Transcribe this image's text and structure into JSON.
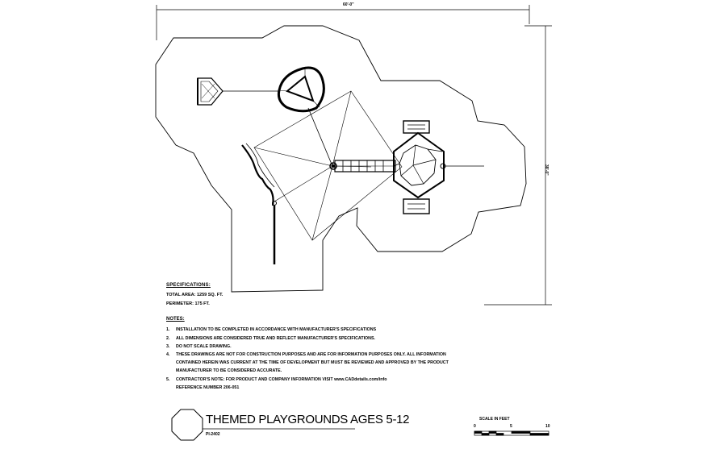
{
  "dimensions": {
    "width_label": "60'-0\"",
    "height_label": "38'-0\""
  },
  "specifications": {
    "heading": "SPECIFICATIONS:",
    "total_area": "TOTAL AREA: 1259 SQ. FT.",
    "perimeter": "PERIMETER: 175 FT."
  },
  "notes": {
    "heading": "NOTES:",
    "items": [
      {
        "num": "1.",
        "text": "INSTALLATION TO BE COMPLETED IN ACCORDANCE WITH MANUFACTURER'S SPECIFICATIONS"
      },
      {
        "num": "2.",
        "text": "ALL DIMENSIONS ARE CONSIDERED TRUE AND REFLECT MANUFACTURER'S SPECIFICATIONS."
      },
      {
        "num": "3.",
        "text": "DO NOT SCALE DRAWING."
      },
      {
        "num": "4.",
        "text": "THESE DRAWINGS ARE NOT FOR CONSTRUCTION PURPOSES AND ARE FOR INFORMATION PURPOSES ONLY. ALL INFORMATION"
      },
      {
        "num": "5.",
        "text": "CONTRACTOR'S NOTE: FOR PRODUCT AND COMPANY INFORMATION VISIT www.CADdetails.com/info"
      }
    ],
    "note4_cont1": "CONTAINED HEREIN WAS CURRENT AT THE TIME OF DEVELOPMENT BUT MUST BE REVIEWED AND APPROVED BY THE PRODUCT",
    "note4_cont2": "MANUFACTURER TO BE CONSIDERED ACCURATE.",
    "reference": "REFERENCE NUMBER 206-051"
  },
  "title_block": {
    "title": "THEMED PLAYGROUNDS AGES 5-12",
    "code": "PI-2402"
  },
  "scale": {
    "label": "SCALE IN FEET",
    "ticks": [
      "0",
      "5",
      "10"
    ]
  }
}
